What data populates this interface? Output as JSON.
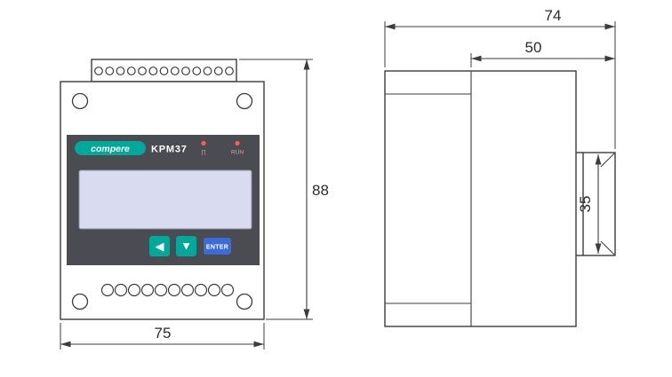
{
  "front_view": {
    "brand": "compere",
    "model": "KPM37",
    "led1_label": "∏",
    "led2_label": "RUN",
    "button_left": "◀",
    "button_down": "▼",
    "button_enter": "ENTER",
    "top_terminal_count": 13,
    "bottom_terminal_count": 10,
    "width_mm": "75",
    "height_mm": "88"
  },
  "side_view": {
    "total_depth_mm": "74",
    "upper_depth_mm": "50",
    "rail_height_mm": "35"
  },
  "colors": {
    "line": "#3c3c3c",
    "panel": "#4b4b52",
    "lcd": "#d9dbf0",
    "brand_teal": "#00a79b",
    "enter_blue": "#3a6bd8",
    "led_red": "#ff5b52"
  }
}
